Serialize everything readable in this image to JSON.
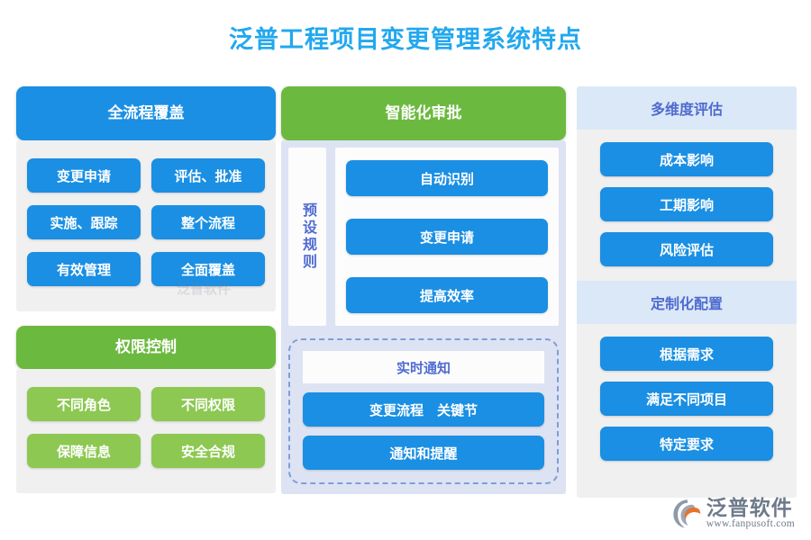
{
  "title": "泛普工程项目变更管理系统特点",
  "colors": {
    "title_blue": "#22a8ee",
    "pill_blue": "#1a8fe3",
    "header_green": "#6cb93f",
    "pill_green": "#8dc852",
    "panel_gray": "#f0f0f0",
    "panel_lavender": "#dde3f3",
    "band_blue": "#dbe8f7",
    "band_text": "#4f6bd0",
    "dashed_border": "#7f9ed8"
  },
  "columns": [
    {
      "id": "col-1",
      "sections": [
        {
          "header": "全流程覆盖",
          "header_style": "blue",
          "items": [
            "变更申请",
            "评估、批准",
            "实施、跟踪",
            "整个流程",
            "有效管理",
            "全面覆盖"
          ],
          "item_style": "blue"
        },
        {
          "header": "权限控制",
          "header_style": "green",
          "items": [
            "不同角色",
            "不同权限",
            "保障信息",
            "安全合规"
          ],
          "item_style": "green"
        }
      ]
    },
    {
      "id": "col-2",
      "header": "智能化审批",
      "header_style": "green",
      "rule_label": "预设规则",
      "items": [
        "自动识别",
        "变更申请",
        "提高效率"
      ],
      "notify": {
        "title": "实时通知",
        "items": [
          "变更流程　关键节",
          "通知和提醒"
        ]
      }
    },
    {
      "id": "col-3",
      "sections": [
        {
          "header": "多维度评估",
          "items": [
            "成本影响",
            "工期影响",
            "风险评估"
          ]
        },
        {
          "header": "定制化配置",
          "items": [
            "根据需求",
            "满足不同项目",
            "特定要求"
          ]
        }
      ]
    }
  ],
  "logo": {
    "name": "泛普软件",
    "url": "www.fanpusoft.com"
  },
  "watermark": "泛普软件"
}
